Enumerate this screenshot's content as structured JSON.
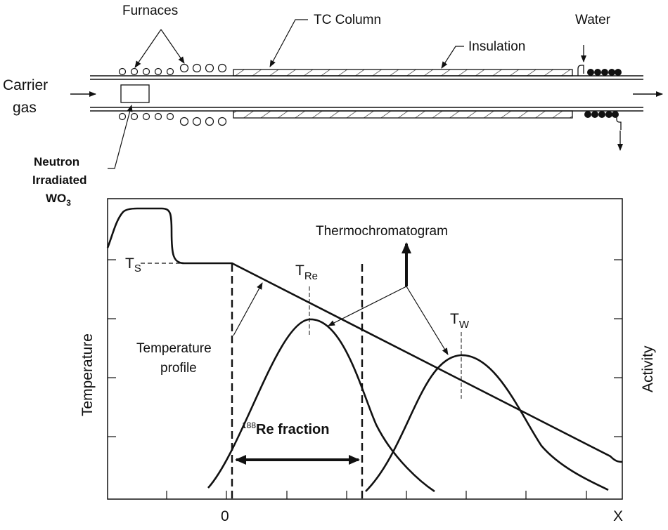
{
  "apparatus": {
    "furnaces_label": "Furnaces",
    "tc_column_label": "TC Column",
    "water_label": "Water",
    "insulation_label": "Insulation",
    "carrier_label_1": "Carrier",
    "carrier_label_2": "gas",
    "sample_label_1": "Neutron",
    "sample_label_2": "Irradiated",
    "sample_label_3": "WO",
    "sample_label_sub": "3"
  },
  "plot": {
    "y_left_label": "Temperature",
    "y_right_label": "Activity",
    "x_origin_label": "0",
    "x_end_label": "X",
    "ts_label": "T",
    "ts_sub": "S",
    "tre_label": "T",
    "tre_sub": "Re",
    "tw_label": "T",
    "tw_sub": "W",
    "thermo_label": "Thermochromatogram",
    "temp_profile_1": "Temperature",
    "temp_profile_2": "profile",
    "fraction_sup": "188",
    "fraction_label": "Re fraction"
  }
}
